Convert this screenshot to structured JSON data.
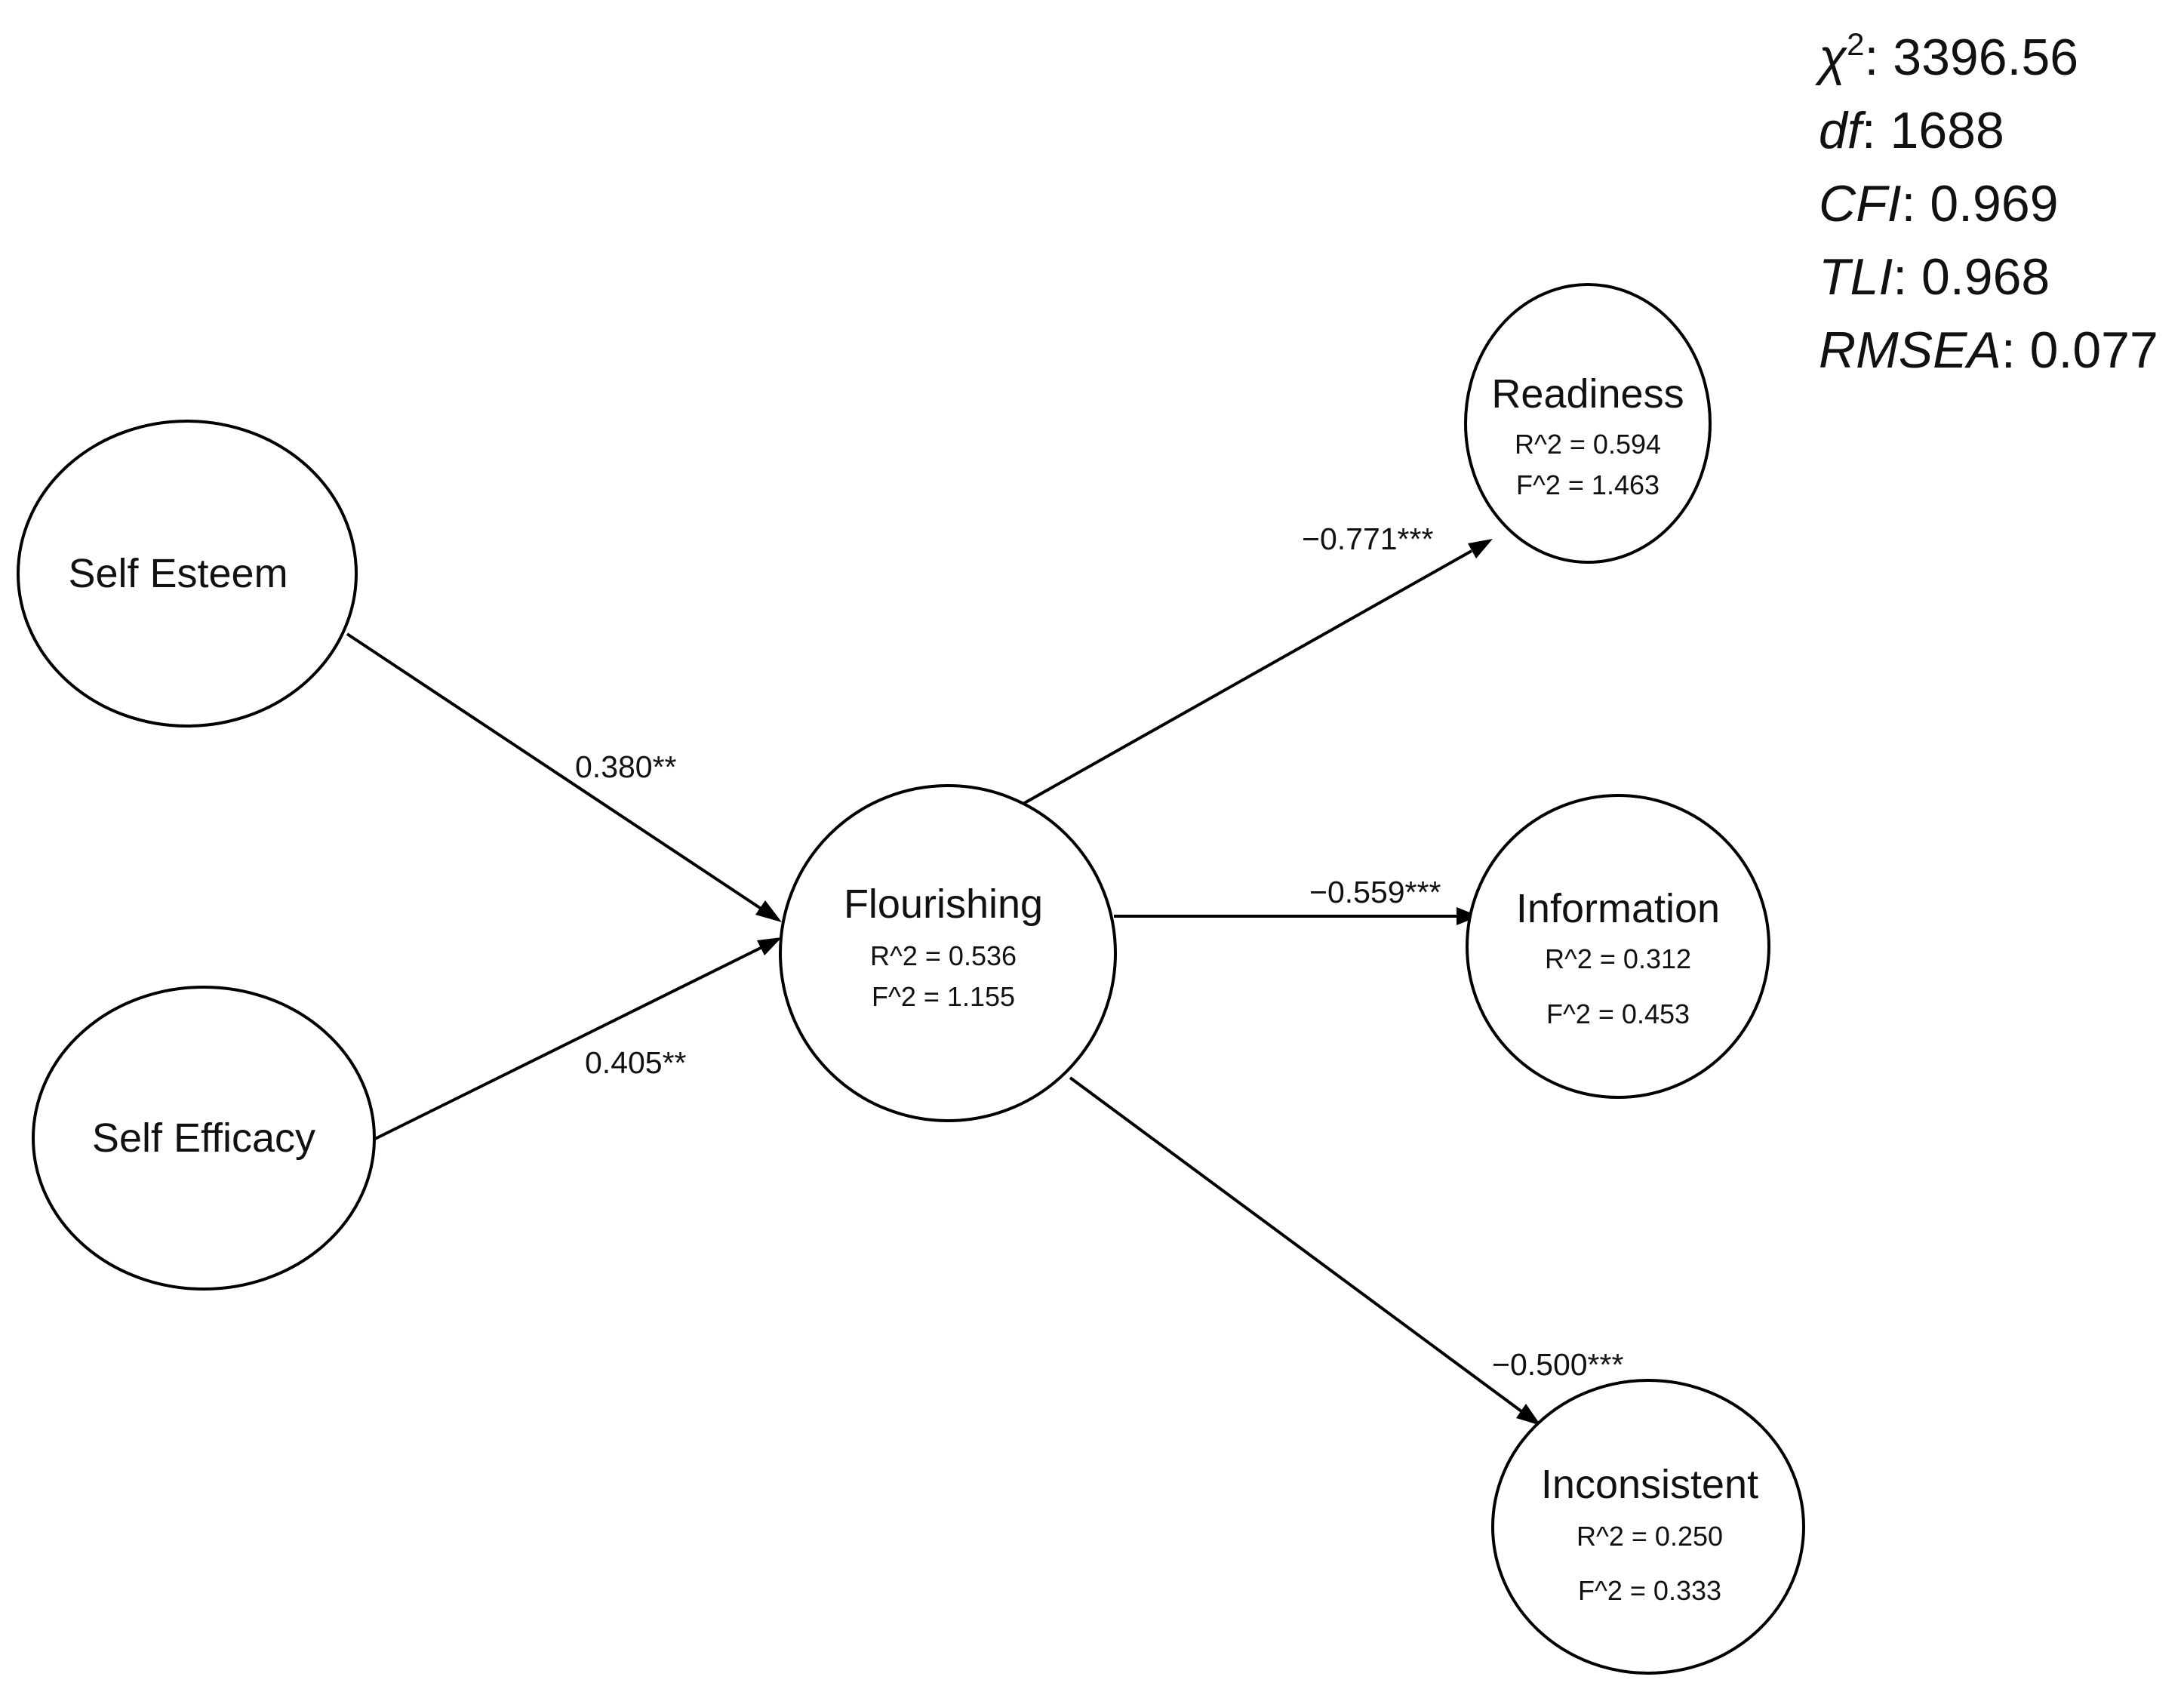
{
  "fit_indices": [
    {
      "key": "χ",
      "sup": "2",
      "sep": ": ",
      "value": "3396.56"
    },
    {
      "key": "df",
      "sup": "",
      "sep": ": ",
      "value": "1688"
    },
    {
      "key": "CFI",
      "sup": "",
      "sep": ": ",
      "value": "0.969"
    },
    {
      "key": "TLI",
      "sup": "",
      "sep": ": ",
      "value": "0.968"
    },
    {
      "key": "RMSEA",
      "sup": "",
      "sep": ": ",
      "value": "0.077"
    }
  ],
  "nodes": {
    "self_esteem": {
      "name": "Self Esteem"
    },
    "self_efficacy": {
      "name": "Self Efficacy"
    },
    "flourishing": {
      "name": "Flourishing",
      "r2": "R^2 = 0.536",
      "f2": "F^2 = 1.155"
    },
    "readiness": {
      "name": "Readiness",
      "r2": "R^2 = 0.594",
      "f2": "F^2 = 1.463"
    },
    "information": {
      "name": "Information",
      "r2": "R^2 = 0.312",
      "f2": "F^2 = 0.453"
    },
    "inconsistent": {
      "name": "Inconsistent",
      "r2": "R^2 = 0.250",
      "f2": "F^2 = 0.333"
    }
  },
  "paths": {
    "esteem_to_flourishing": "0.380**",
    "efficacy_to_flourishing": "0.405**",
    "flourishing_to_readiness": "−0.771***",
    "flourishing_to_information": "−0.559***",
    "flourishing_to_inconsistent": "−0.500***"
  }
}
